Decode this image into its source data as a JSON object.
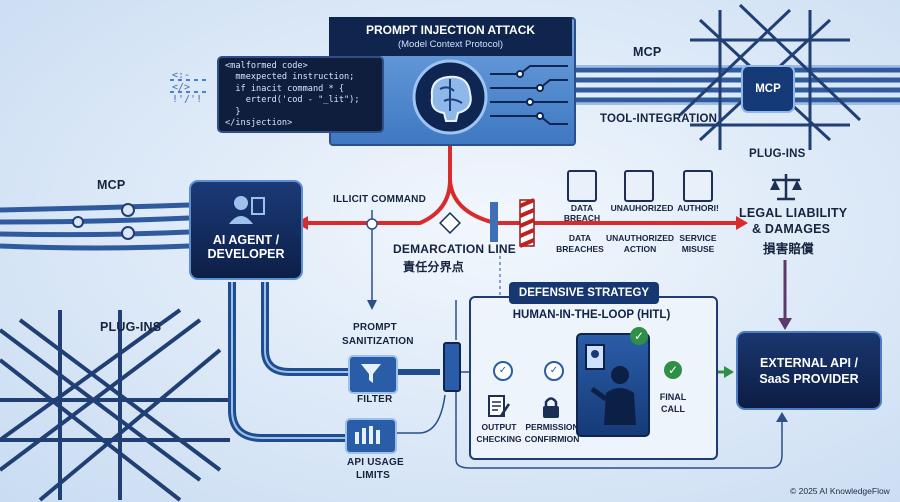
{
  "header": {
    "title": "PROMPT INJECTION ATTACK",
    "subtitle": "(Model Context Protocol)"
  },
  "code": {
    "lines": [
      "<malformed code>",
      "  mmexpected instruction;",
      "  if inacit command * {",
      "    erterd('cod - \"_lit\");",
      "  }",
      "</insjection>"
    ]
  },
  "mcp_top": {
    "label": "MCP",
    "tool_label": "TOOL-INTEGRATION",
    "box_label": "MCP",
    "plugins_label": "PLUG-INS"
  },
  "left": {
    "mcp_label": "MCP",
    "plugins_label": "PLUG-INS"
  },
  "agent": {
    "line1": "AI AGENT /",
    "line2": "DEVELOPER"
  },
  "illicit": "ILLICIT COMMAND",
  "demarcation": {
    "en": "DEMARCATION LINE",
    "jp": "責任分界点"
  },
  "risks": {
    "icon_labels": [
      "DATA BREACH",
      "UNAUHORIZED",
      "AUTHORI!"
    ],
    "labels": [
      "DATA\nBREACHES",
      "UNAUTHORIZED\nACTION",
      "SERVICE\nMISUSE"
    ]
  },
  "legal": {
    "line1": "LEGAL LIABILITY",
    "line2": "& DAMAGES",
    "jp": "損害賠償"
  },
  "left_flow": {
    "prompt_sanitization": [
      "PROMPT",
      "SANITIZATION"
    ],
    "filter": "FILTER",
    "api_usage": [
      "API USAGE",
      "LIMITS"
    ]
  },
  "defensive": {
    "tab": "DEFENSIVE STRATEGY",
    "hitl": "HUMAN-IN-THE-LOOP (HITL)",
    "output_checking": [
      "OUTPUT",
      "CHECKING"
    ],
    "permission": [
      "PERMISSION",
      "CONFIRMION"
    ],
    "final": [
      "FINAL",
      "CALL"
    ]
  },
  "external": {
    "line1": "EXTERNAL API /",
    "line2": "SaaS PROVIDER"
  },
  "footer": {
    "copyright": "© 2025 AI KnowledgeFlow"
  },
  "colors": {
    "navy": "#10254d",
    "accent_red": "#d92b2b",
    "accent_green": "#2f8f47",
    "pipe_blue": "#3f6fb5"
  }
}
